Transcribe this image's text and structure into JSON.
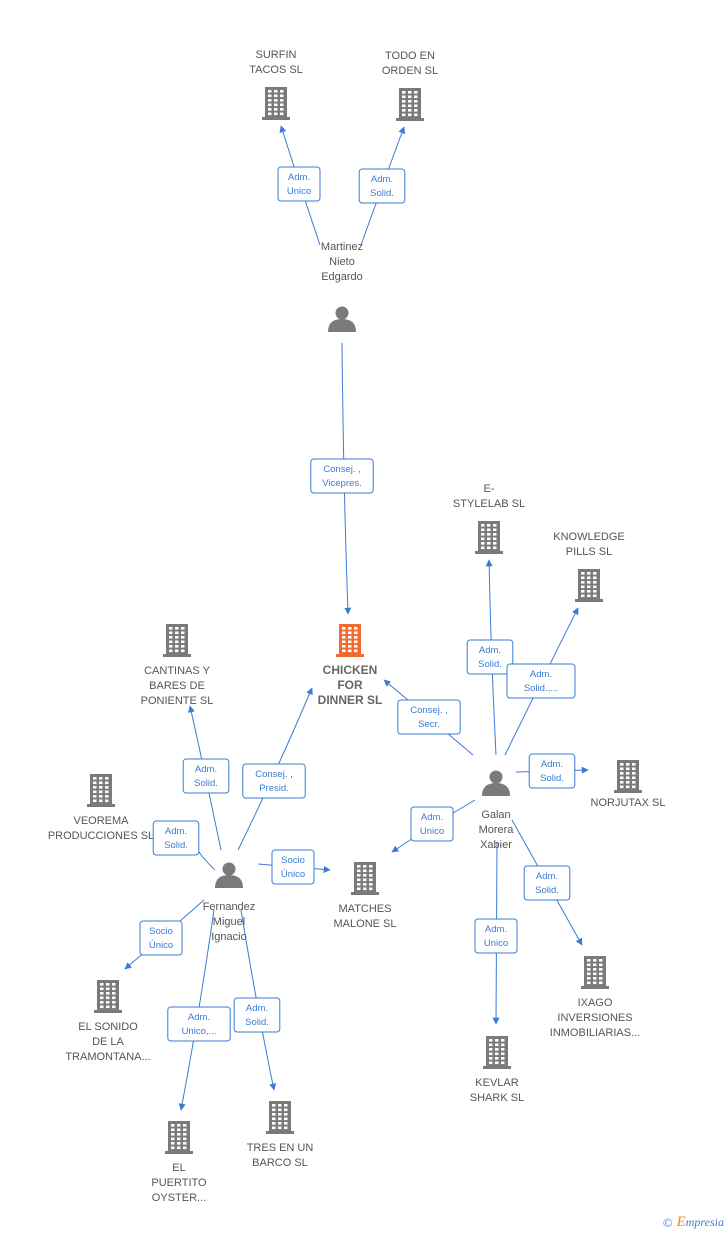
{
  "colors": {
    "edge": "#3a7bd5",
    "building": "#7a7a7a",
    "focus_building": "#f26a2e",
    "person": "#7a7a7a",
    "label": "#555555"
  },
  "nodes": [
    {
      "id": "surfin",
      "type": "company",
      "label": [
        "SURFIN",
        "TACOS  SL"
      ]
    },
    {
      "id": "todoen",
      "type": "company",
      "label": [
        "TODO EN",
        "ORDEN  SL"
      ]
    },
    {
      "id": "martinez",
      "type": "person",
      "label": [
        "Martinez",
        "Nieto",
        "Edgardo"
      ]
    },
    {
      "id": "chicken",
      "type": "focus",
      "label": [
        "CHICKEN",
        "FOR",
        "DINNER  SL"
      ]
    },
    {
      "id": "estylelab",
      "type": "company",
      "label": [
        "E-",
        "STYLELAB SL"
      ]
    },
    {
      "id": "knowledge",
      "type": "company",
      "label": [
        "KNOWLEDGE",
        "PILLS SL"
      ]
    },
    {
      "id": "cantinas",
      "type": "company",
      "label": [
        "CANTINAS Y",
        "BARES DE",
        "PONIENTE  SL"
      ]
    },
    {
      "id": "veorema",
      "type": "company",
      "label": [
        "VEOREMA",
        "PRODUCCIONES SL"
      ]
    },
    {
      "id": "norjutax",
      "type": "company",
      "label": [
        "NORJUTAX SL"
      ]
    },
    {
      "id": "galan",
      "type": "person",
      "label": [
        "Galan",
        "Morera",
        "Xabier"
      ]
    },
    {
      "id": "matches",
      "type": "company",
      "label": [
        "MATCHES",
        "MALONE  SL"
      ]
    },
    {
      "id": "fernandez",
      "type": "person",
      "label": [
        "Fernandez",
        "Miguel",
        "Ignacio"
      ]
    },
    {
      "id": "sonido",
      "type": "company",
      "label": [
        "EL SONIDO",
        "DE LA",
        "TRAMONTANA..."
      ]
    },
    {
      "id": "ixago",
      "type": "company",
      "label": [
        "IXAGO",
        "INVERSIONES",
        "INMOBILIARIAS..."
      ]
    },
    {
      "id": "kevlar",
      "type": "company",
      "label": [
        "KEVLAR",
        "SHARK  SL"
      ]
    },
    {
      "id": "tres",
      "type": "company",
      "label": [
        "TRES EN UN",
        "BARCO  SL"
      ]
    },
    {
      "id": "puertito",
      "type": "company",
      "label": [
        "EL",
        "PUERTITO",
        "OYSTER..."
      ]
    }
  ],
  "edges": [
    {
      "from": "martinez",
      "to": "surfin",
      "label": [
        "Adm.",
        "Unico"
      ]
    },
    {
      "from": "martinez",
      "to": "todoen",
      "label": [
        "Adm.",
        "Solid."
      ]
    },
    {
      "from": "martinez",
      "to": "chicken",
      "label": [
        "Consej. ,",
        "Vicepres."
      ]
    },
    {
      "from": "galan",
      "to": "chicken",
      "label": [
        "Consej. ,",
        "Secr."
      ]
    },
    {
      "from": "galan",
      "to": "estylelab",
      "label": [
        "Adm.",
        "Solid."
      ]
    },
    {
      "from": "galan",
      "to": "knowledge",
      "label": [
        "Adm.",
        "Solid.,..."
      ]
    },
    {
      "from": "galan",
      "to": "norjutax",
      "label": [
        "Adm.",
        "Solid."
      ]
    },
    {
      "from": "galan",
      "to": "matches",
      "label": [
        "Adm.",
        "Unico"
      ]
    },
    {
      "from": "galan",
      "to": "ixago",
      "label": [
        "Adm.",
        "Solid."
      ]
    },
    {
      "from": "galan",
      "to": "kevlar",
      "label": [
        "Adm.",
        "Unico"
      ]
    },
    {
      "from": "fernandez",
      "to": "chicken",
      "label": [
        "Consej. ,",
        "Presid."
      ]
    },
    {
      "from": "fernandez",
      "to": "cantinas",
      "label": [
        "Adm.",
        "Solid."
      ]
    },
    {
      "from": "fernandez",
      "to": "veorema",
      "label": [
        "Adm.",
        "Solid."
      ]
    },
    {
      "from": "fernandez",
      "to": "matches",
      "label": [
        "Socio",
        "Único"
      ]
    },
    {
      "from": "fernandez",
      "to": "sonido",
      "label": [
        "Socio",
        "Único"
      ]
    },
    {
      "from": "fernandez",
      "to": "puertito",
      "label": [
        "Adm.",
        "Unico,..."
      ]
    },
    {
      "from": "fernandez",
      "to": "tres",
      "label": [
        "Adm.",
        "Solid."
      ]
    }
  ],
  "brand": {
    "copyright": "©",
    "initial": "E",
    "rest": "mpresia"
  }
}
